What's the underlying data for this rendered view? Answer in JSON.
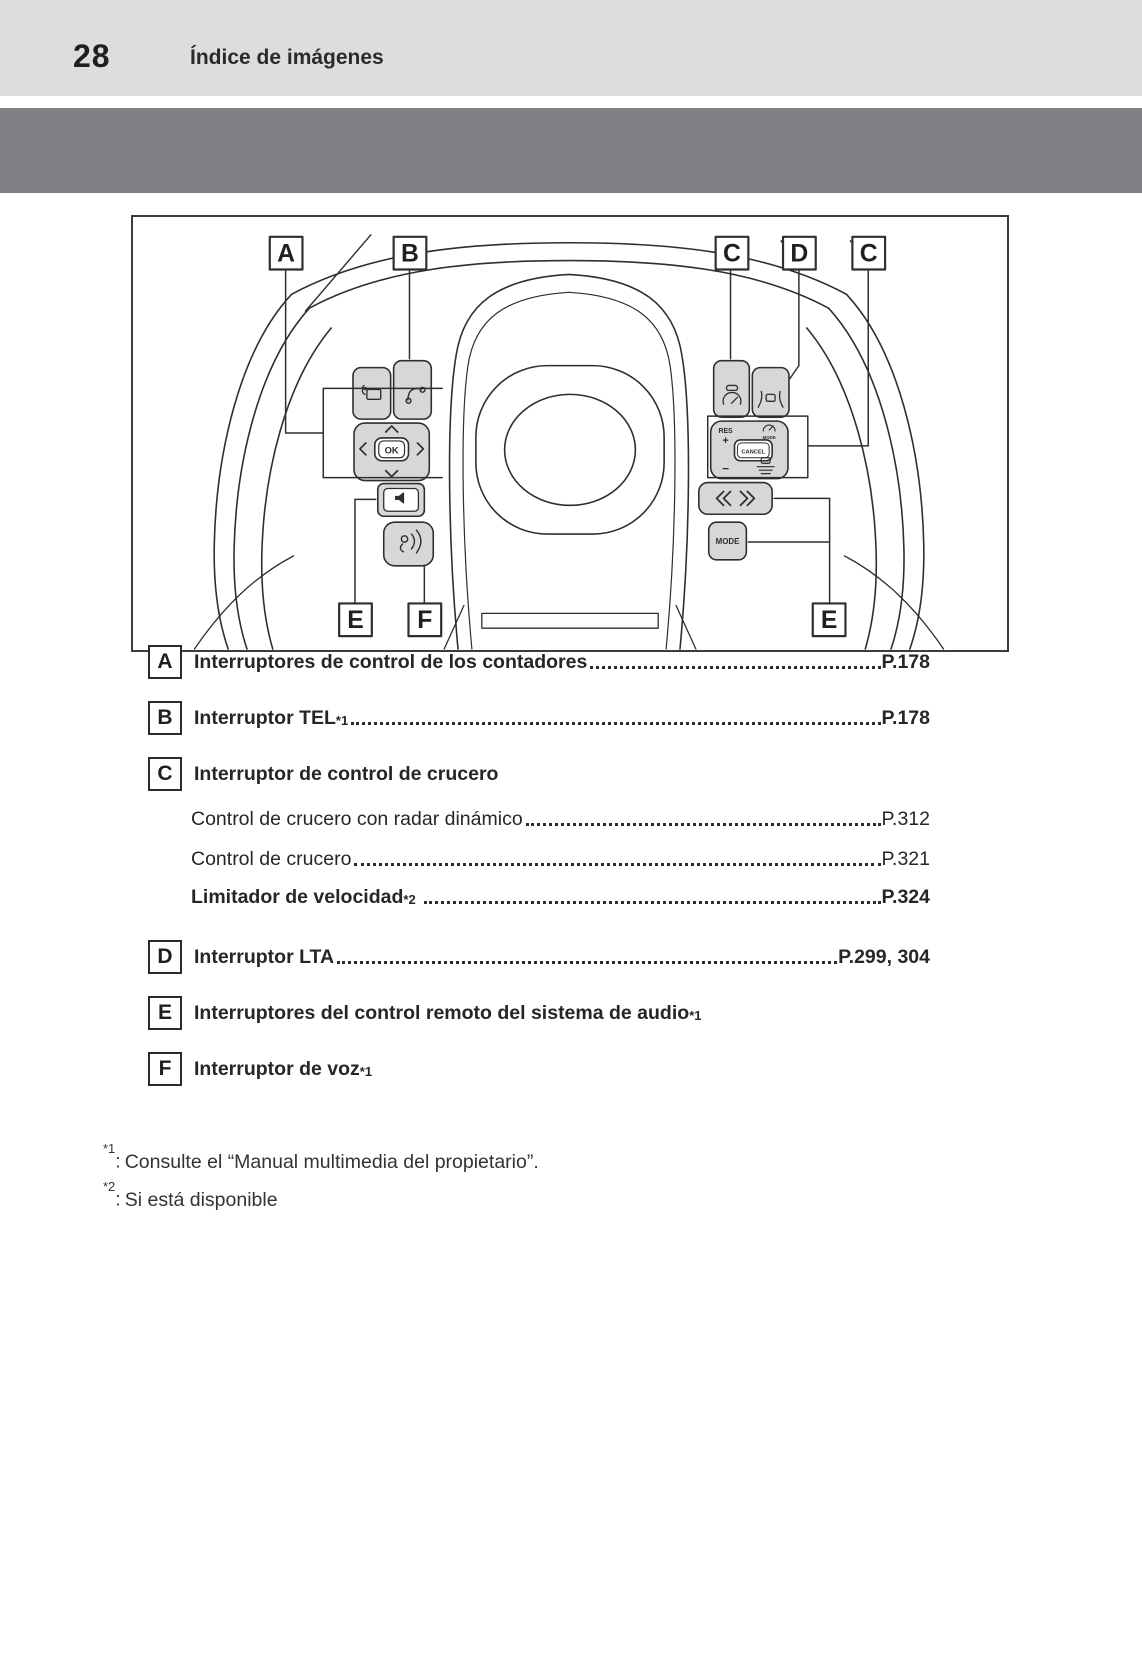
{
  "header": {
    "page_number": "28",
    "section_title": "Índice de imágenes"
  },
  "diagram": {
    "callouts_top": [
      "A",
      "B",
      "C",
      "D",
      "C"
    ],
    "callouts_bottom": [
      "E",
      "F",
      "E"
    ],
    "buttons": {
      "ok": "OK",
      "res": "RES",
      "plus": "+",
      "minus": "−",
      "cancel": "CANCEL",
      "mode_small": "MODE",
      "mode_large": "MODE"
    },
    "icons": [
      "return-display-icon",
      "phone-icon",
      "cruise-gauge-icon",
      "lane-assist-icon",
      "cruise-mode-icon",
      "vehicle-distance-icon",
      "volume-speaker-icon",
      "voice-talk-icon",
      "seek-back-icon",
      "seek-forward-icon"
    ]
  },
  "index": {
    "items": [
      {
        "letter": "A",
        "label": "Interruptores de control de los contadores",
        "sup": "",
        "page": "P.178"
      },
      {
        "letter": "B",
        "label": "Interruptor TEL",
        "sup": "*1",
        "page": "P.178"
      },
      {
        "letter": "C",
        "label": "Interruptor de control de crucero",
        "sup": "",
        "page": "",
        "children": [
          {
            "label": "Control de crucero con radar dinámico",
            "sup": "",
            "page": "P.312"
          },
          {
            "label": "Control de crucero",
            "sup": "",
            "page": "P.321"
          },
          {
            "label": "Limitador de velocidad",
            "sup": "*2",
            "page": "P.324"
          }
        ]
      },
      {
        "letter": "D",
        "label": "Interruptor LTA",
        "sup": "",
        "page": "P.299, 304"
      },
      {
        "letter": "E",
        "label": "Interruptores del control remoto del sistema de audio",
        "sup": "*1",
        "page": ""
      },
      {
        "letter": "F",
        "label": "Interruptor de voz",
        "sup": "*1",
        "page": ""
      }
    ],
    "footnotes": [
      {
        "marker": "*1",
        "colon": ":",
        "text": "Consulte el “Manual multimedia del propietario”."
      },
      {
        "marker": "*2",
        "colon": ":",
        "text": "Si está disponible"
      }
    ]
  },
  "colors": {
    "header_bg": "#dcddde",
    "band_bg": "#7f8184",
    "line": "#2e2e2e",
    "button_fill": "#d6d7d9"
  }
}
